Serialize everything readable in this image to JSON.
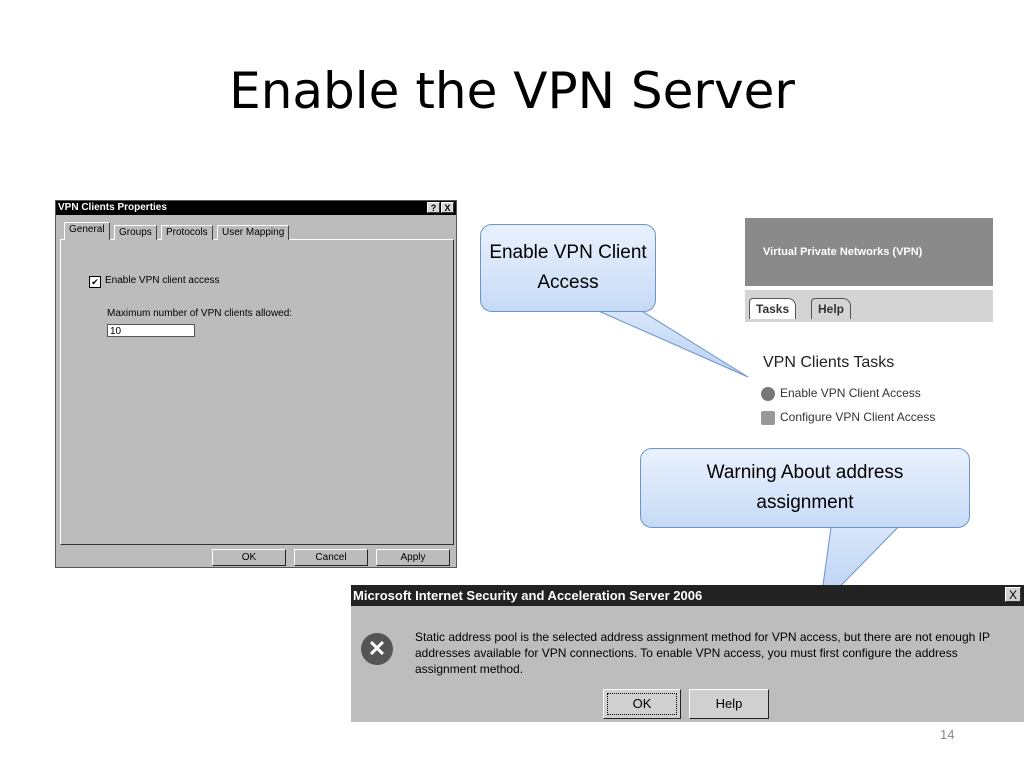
{
  "slide": {
    "title": "Enable the VPN Server",
    "number": "14"
  },
  "vpn_dialog": {
    "title": "VPN Clients Properties",
    "title_buttons": [
      "?",
      "X"
    ],
    "tabs": [
      "General",
      "Groups",
      "Protocols",
      "User Mapping"
    ],
    "active_tab": "General",
    "enable_checkbox": {
      "label": "Enable VPN client access",
      "checked": true,
      "mark": "✔"
    },
    "max_clients": {
      "label": "Maximum number of VPN clients allowed:",
      "value": "10"
    },
    "buttons": {
      "ok": "OK",
      "cancel": "Cancel",
      "apply": "Apply"
    }
  },
  "task_pane": {
    "header": "Virtual Private Networks (VPN)",
    "tabs": [
      "Tasks",
      "Help"
    ],
    "heading": "VPN Clients Tasks",
    "tasks": [
      {
        "label": "Enable VPN Client Access",
        "icon": "enable-icon"
      },
      {
        "label": "Configure VPN Client Access",
        "icon": "configure-icon"
      }
    ]
  },
  "callouts": {
    "enable": "Enable VPN Client Access",
    "warning": "Warning About address assignment"
  },
  "warning_dialog": {
    "title": "Microsoft Internet Security and Acceleration Server 2006",
    "close": "X",
    "icon_glyph": "✕",
    "message": "Static address pool is the selected address assignment method for VPN access, but there are not enough IP addresses available for VPN connections. To enable VPN access, you must first configure the address assignment method.",
    "buttons": {
      "ok": "OK",
      "help": "Help"
    }
  }
}
